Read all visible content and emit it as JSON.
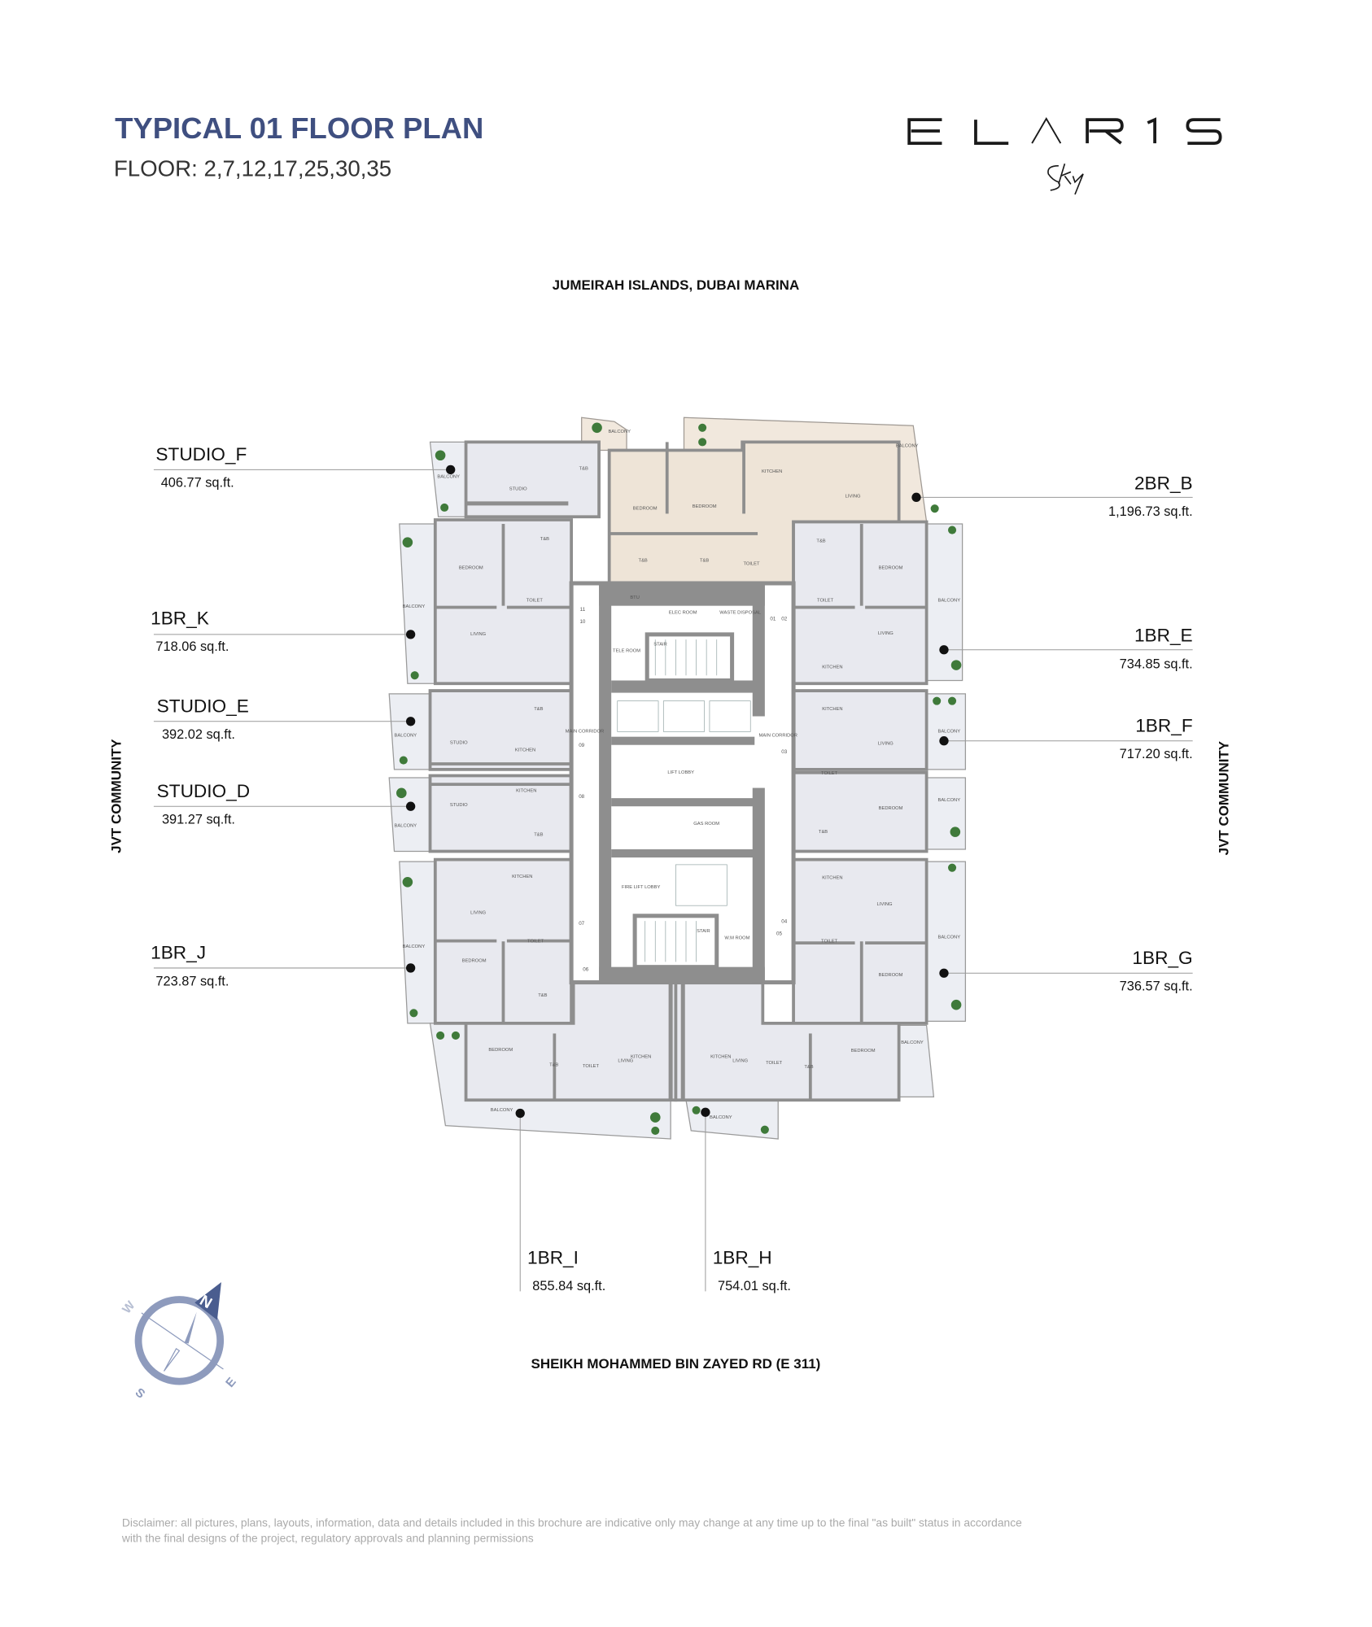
{
  "header": {
    "title": "TYPICAL 01 FLOOR PLAN",
    "floors": "FLOOR: 2,7,12,17,25,30,35",
    "logo_text": "ELARIS",
    "logo_script": "Sky"
  },
  "orientation": {
    "top_road": "JUMEIRAH ISLANDS, DUBAI MARINA",
    "bottom_road": "SHEIKH MOHAMMED BIN ZAYED RD (E 311)",
    "left_side": "JVT COMMUNITY",
    "right_side": "JVT COMMUNITY"
  },
  "compass": {
    "n": "N",
    "e": "E",
    "s": "S",
    "w": "W",
    "color": "#4a5d8f"
  },
  "units": [
    {
      "name": "STUDIO_F",
      "area": "406.77 sq.ft."
    },
    {
      "name": "1BR_K",
      "area": "718.06 sq.ft."
    },
    {
      "name": "STUDIO_E",
      "area": "392.02 sq.ft."
    },
    {
      "name": "STUDIO_D",
      "area": "391.27 sq.ft."
    },
    {
      "name": "1BR_J",
      "area": "723.87 sq.ft."
    },
    {
      "name": "2BR_B",
      "area": "1,196.73 sq.ft."
    },
    {
      "name": "1BR_E",
      "area": "734.85 sq.ft."
    },
    {
      "name": "1BR_F",
      "area": "717.20 sq.ft."
    },
    {
      "name": "1BR_G",
      "area": "736.57 sq.ft."
    },
    {
      "name": "1BR_I",
      "area": "855.84 sq.ft."
    },
    {
      "name": "1BR_H",
      "area": "754.01 sq.ft."
    }
  ],
  "rooms": [
    "STUDIO",
    "T&B",
    "BALCONY",
    "BALCONY",
    "BEDROOM",
    "BEDROOM",
    "KITCHEN",
    "LIVING",
    "BALCONY",
    "T&B",
    "T&B",
    "TOILET",
    "BTU",
    "ELEC ROOM",
    "WASTE DISPOSAL",
    "TELE ROOM",
    "STAIR",
    "MAIN CORRIDOR",
    "MAIN CORRIDOR",
    "LIFT LOBBY",
    "GAS ROOM",
    "FIRE LIFT LOBBY",
    "STAIR",
    "W.M ROOM",
    "BEDROOM",
    "T&B",
    "TOILET",
    "BALCONY",
    "LIVING",
    "T&B",
    "BEDROOM",
    "TOILET",
    "BALCONY",
    "LIVING",
    "KITCHEN",
    "KITCHEN",
    "STUDIO",
    "T&B",
    "BALCONY",
    "KITCHEN",
    "LIVING",
    "BALCONY",
    "KITCHEN",
    "STUDIO",
    "T&B",
    "BALCONY",
    "TOILET",
    "BEDROOM",
    "T&B",
    "BALCONY",
    "KITCHEN",
    "LIVING",
    "TOILET",
    "BEDROOM",
    "T&B",
    "BALCONY",
    "KITCHEN",
    "LIVING",
    "TOILET",
    "BEDROOM",
    "BALCONY",
    "KITCHEN",
    "KITCHEN",
    "LIVING",
    "LIVING",
    "BEDROOM",
    "T&B",
    "TOILET",
    "TOILET",
    "T&B",
    "BEDROOM",
    "BALCONY",
    "BALCONY",
    "BALCONY"
  ],
  "corridor_numbers": [
    "11",
    "10",
    "01",
    "02",
    "09",
    "03",
    "08",
    "07",
    "04",
    "05",
    "06"
  ],
  "disclaimer": [
    "Disclaimer: all pictures, plans, layouts, information, data and details included in this brochure are indicative only may change at any time up to the final \"as built\" status in accordance",
    "with the final designs of the project, regulatory approvals and planning permissions"
  ],
  "colors": {
    "title": "#3f4f80",
    "unit_fill": "#e8e9ef",
    "two_bed_fill": "#eee4d7",
    "wall": "#8e8e8e"
  }
}
